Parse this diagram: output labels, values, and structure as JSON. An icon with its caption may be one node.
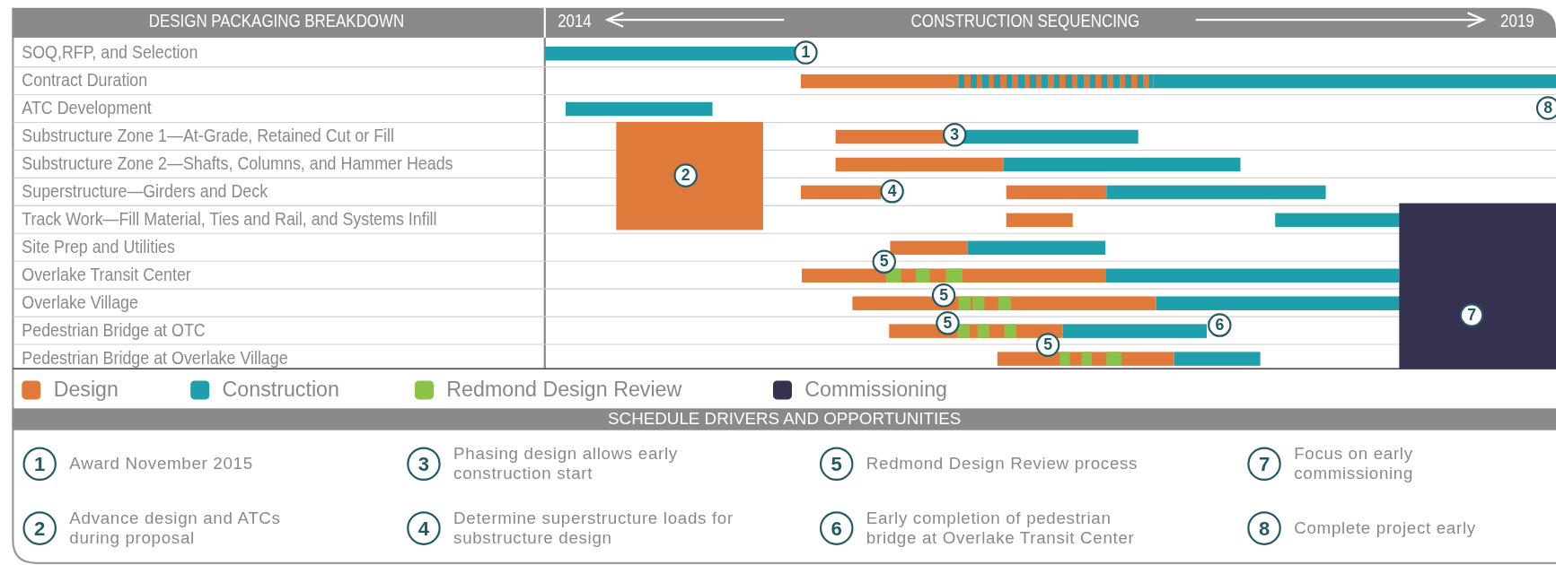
{
  "diagram": {
    "labels": [
      "DESIGN PACKAGING BREAKDOWN",
      "2014",
      "CONSTRUCTION SEQUENCING",
      "2019",
      "SOQ,RFP, and Selection",
      "Contract Duration",
      "ATC Development",
      "Substructure Zone 1—At-Grade, Retained Cut or Fill",
      "Substructure Zone 2—Shafts, Columns, and Hammer Heads",
      "Superstructure—Girders and Deck",
      "Track Work—Fill Material, Ties and Rail, and Systems Infill",
      "Site Prep and Utilities",
      "Overlake Transit Center",
      "Overlake Village",
      "Pedestrian Bridge at OTC",
      "Pedestrian Bridge at Overlake Village",
      "1",
      "8",
      "3",
      "2",
      "4",
      "5",
      "5",
      "5",
      "6",
      "5",
      "7",
      "SCHEDULE DRIVERS AND OPPORTUNITIES",
      "1",
      "Award November 2015",
      "3",
      "Phasing design allows early construction start",
      "5",
      "Redmond Design Review process",
      "7",
      "Focus on early commissioning",
      "2",
      "Advance design and ATCs during proposal",
      "4",
      "Determine superstructure loads for substructure design",
      "6",
      "Early completion of pedestrian bridge at Overlake Transit Center",
      "8",
      "Complete project early"
    ],
    "legend": [
      {
        "text": "Design",
        "color": "#e07a3b"
      },
      {
        "text": "Construction",
        "color": "#1f9eab"
      },
      {
        "text": "Redmond Design Review",
        "color": "#8bc34a"
      },
      {
        "text": "Commissioning",
        "color": "#353250"
      }
    ]
  }
}
